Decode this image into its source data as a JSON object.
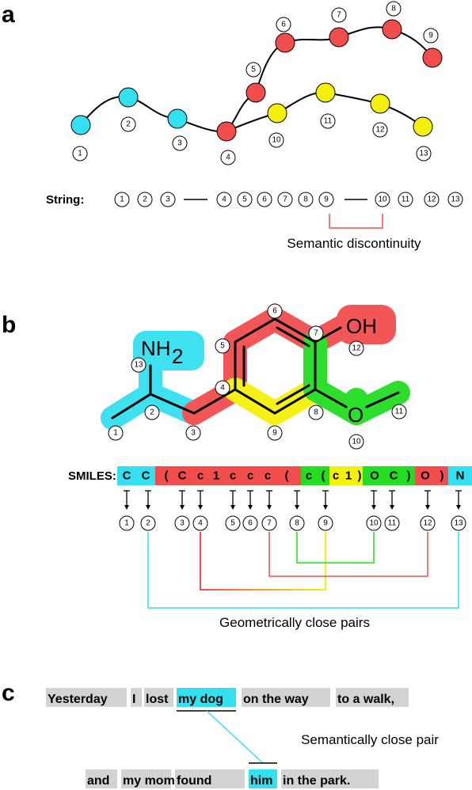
{
  "panels": {
    "a": {
      "label": "a",
      "string_label": "String:",
      "caption": "Semantic discontinuity",
      "colors": {
        "cyan": "#33e0f0",
        "red": "#f24d4d",
        "yellow": "#f5f00a"
      },
      "nodes": [
        "1",
        "2",
        "3",
        "4",
        "5",
        "6",
        "7",
        "8",
        "9",
        "10",
        "11",
        "12",
        "13"
      ],
      "string_tokens": [
        "1",
        "2",
        "3",
        "4",
        "5",
        "6",
        "7",
        "8",
        "9",
        "10",
        "11",
        "12",
        "13"
      ]
    },
    "b": {
      "label": "b",
      "smiles_label": "SMILES:",
      "caption": "Geometrically close pairs",
      "atoms": {
        "nh2_n": "NH",
        "nh2_sub": "2",
        "oh": "OH",
        "o": "O"
      },
      "smiles_tokens": [
        "C",
        "C",
        "(",
        "C",
        "c",
        "1",
        "c",
        "c",
        "c",
        "(",
        "c",
        "(",
        "c",
        "1",
        ")",
        "O",
        "C",
        ")",
        "O",
        ")",
        "N"
      ],
      "index_numbers": [
        "1",
        "2",
        "3",
        "4",
        "5",
        "6",
        "7",
        "8",
        "9",
        "10",
        "11",
        "12",
        "13"
      ]
    },
    "c": {
      "label": "c",
      "line1": [
        "Yesterday",
        "I",
        "lost",
        "my dog",
        "on the way",
        "to a walk,"
      ],
      "line2": [
        "and",
        "my mom",
        "found",
        "him",
        "in the park."
      ],
      "caption": "Semantically close pair"
    }
  }
}
